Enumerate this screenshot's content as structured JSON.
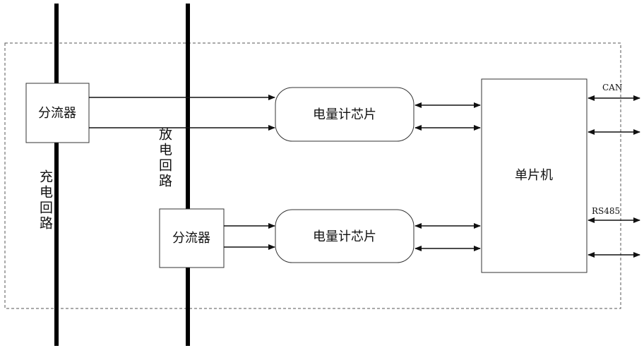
{
  "diagram": {
    "shunt_top_label": "分流器",
    "shunt_bottom_label": "分流器",
    "meter_top_label": "电量计芯片",
    "meter_bottom_label": "电量计芯片",
    "mcu_label": "单片机",
    "charge_circuit_label": "充电回路",
    "discharge_circuit_label": "放电回路",
    "port_can_label": "CAN",
    "port_rs485_label": "RS485"
  },
  "colors": {
    "line": "#111111",
    "busbar": "#000000",
    "box_border": "#333333",
    "dashed_border": "#555555"
  }
}
